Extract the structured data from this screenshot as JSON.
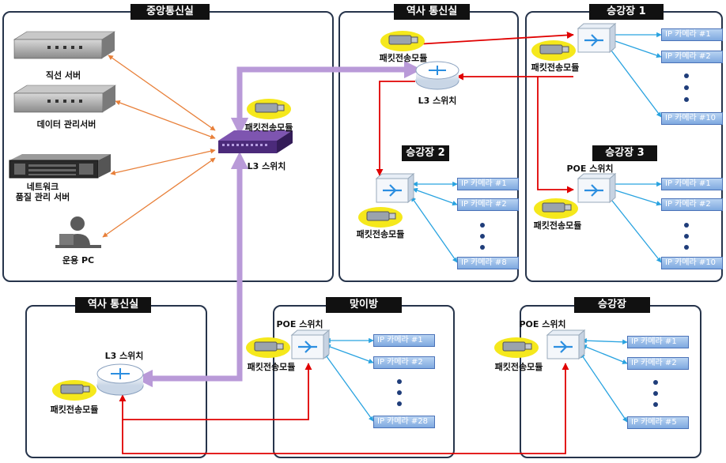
{
  "panels": {
    "central": "중앙통신실",
    "station_comm_top": "역사 통신실",
    "platform1": "승강장 1",
    "platform2": "승강장 2",
    "platform3": "승강장 3",
    "station_comm_bottom": "역사 통신실",
    "waiting_room": "맞이방",
    "platform": "승강장"
  },
  "labels": {
    "direct_server": "직선 서버",
    "data_server": "데이터 관리서버",
    "net_quality_1": "네트워크",
    "net_quality_2": "품질 관리 서버",
    "ops_pc": "운용 PC",
    "l3_switch": "L3 스위치",
    "poe_switch": "POE 스위치",
    "ptm": "패킷전송모듈"
  },
  "cameras": {
    "p1": [
      "IP 카메라 #1",
      "IP 카메라 #2",
      "IP 카메라 #10"
    ],
    "p2": [
      "IP 카메라 #1",
      "IP 카메라 #2",
      "IP 카메라 #8"
    ],
    "p3": [
      "IP 카메라 #1",
      "IP 카메라 #2",
      "IP 카메라 #10"
    ],
    "wr": [
      "IP 카메라 #1",
      "IP 카메라 #2",
      "IP 카메라 #28"
    ],
    "pl": [
      "IP 카메라 #1",
      "IP 카메라 #2",
      "IP 카메라 #5"
    ]
  },
  "colors": {
    "panel_border": "#26344b",
    "orange_link": "#e8803a",
    "purple_link": "#b99ad8",
    "red_link": "#e00000",
    "blue_link": "#29a3e0",
    "module_halo": "#f5e81c"
  }
}
